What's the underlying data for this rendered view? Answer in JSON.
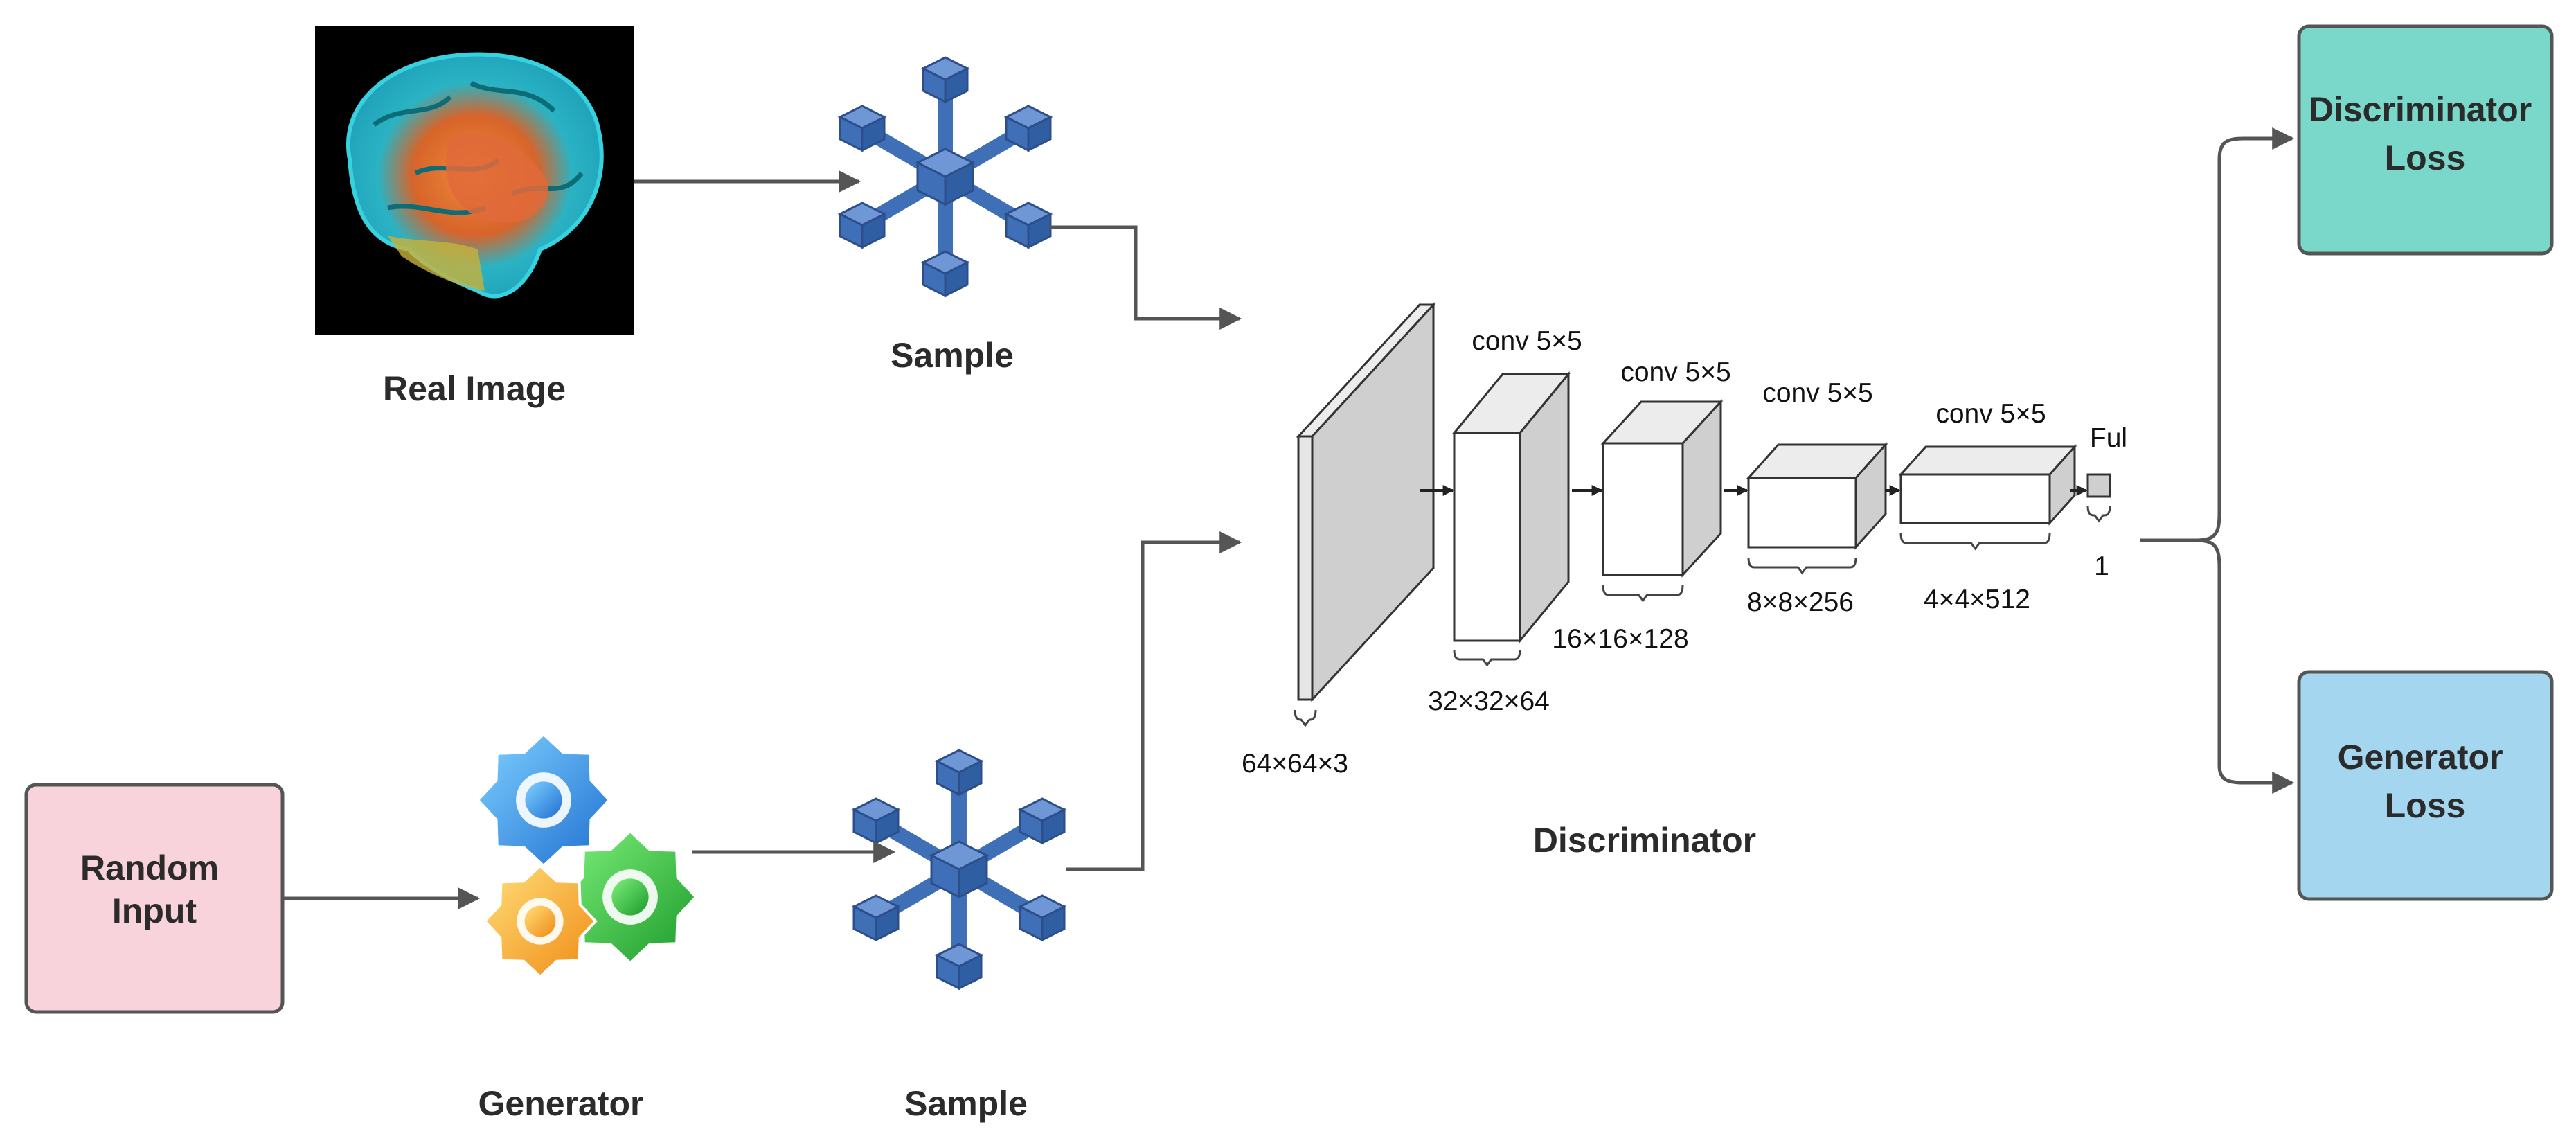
{
  "nodes": {
    "real_image": "Real Image",
    "sample_top": "Sample",
    "random_input": "Random\nInput",
    "generator": "Generator",
    "sample_bottom": "Sample",
    "discriminator": "Discriminator",
    "discriminator_loss": "Discriminator\nLoss",
    "generator_loss": "Generator\nLoss"
  },
  "layers": [
    {
      "op": "",
      "dims": "64×64×3"
    },
    {
      "op": "conv 5×5",
      "dims": "32×32×64"
    },
    {
      "op": "conv 5×5",
      "dims": "16×16×128"
    },
    {
      "op": "conv 5×5",
      "dims": "8×8×256"
    },
    {
      "op": "conv 5×5",
      "dims": "4×4×512"
    },
    {
      "op": "Ful",
      "dims": "1"
    }
  ],
  "colors": {
    "random_input_fill": "#f9d3dc",
    "discriminator_loss_fill": "#79d8c9",
    "generator_loss_fill": "#a4d7ef",
    "cube_blue": "#3f6fb6",
    "layer_front": "#ffffff",
    "layer_side": "#cfcfcf"
  },
  "icons": {
    "real_image": "brain-scan-image",
    "sample": "sampling-cubes-icon",
    "generator": "gears-icon"
  }
}
